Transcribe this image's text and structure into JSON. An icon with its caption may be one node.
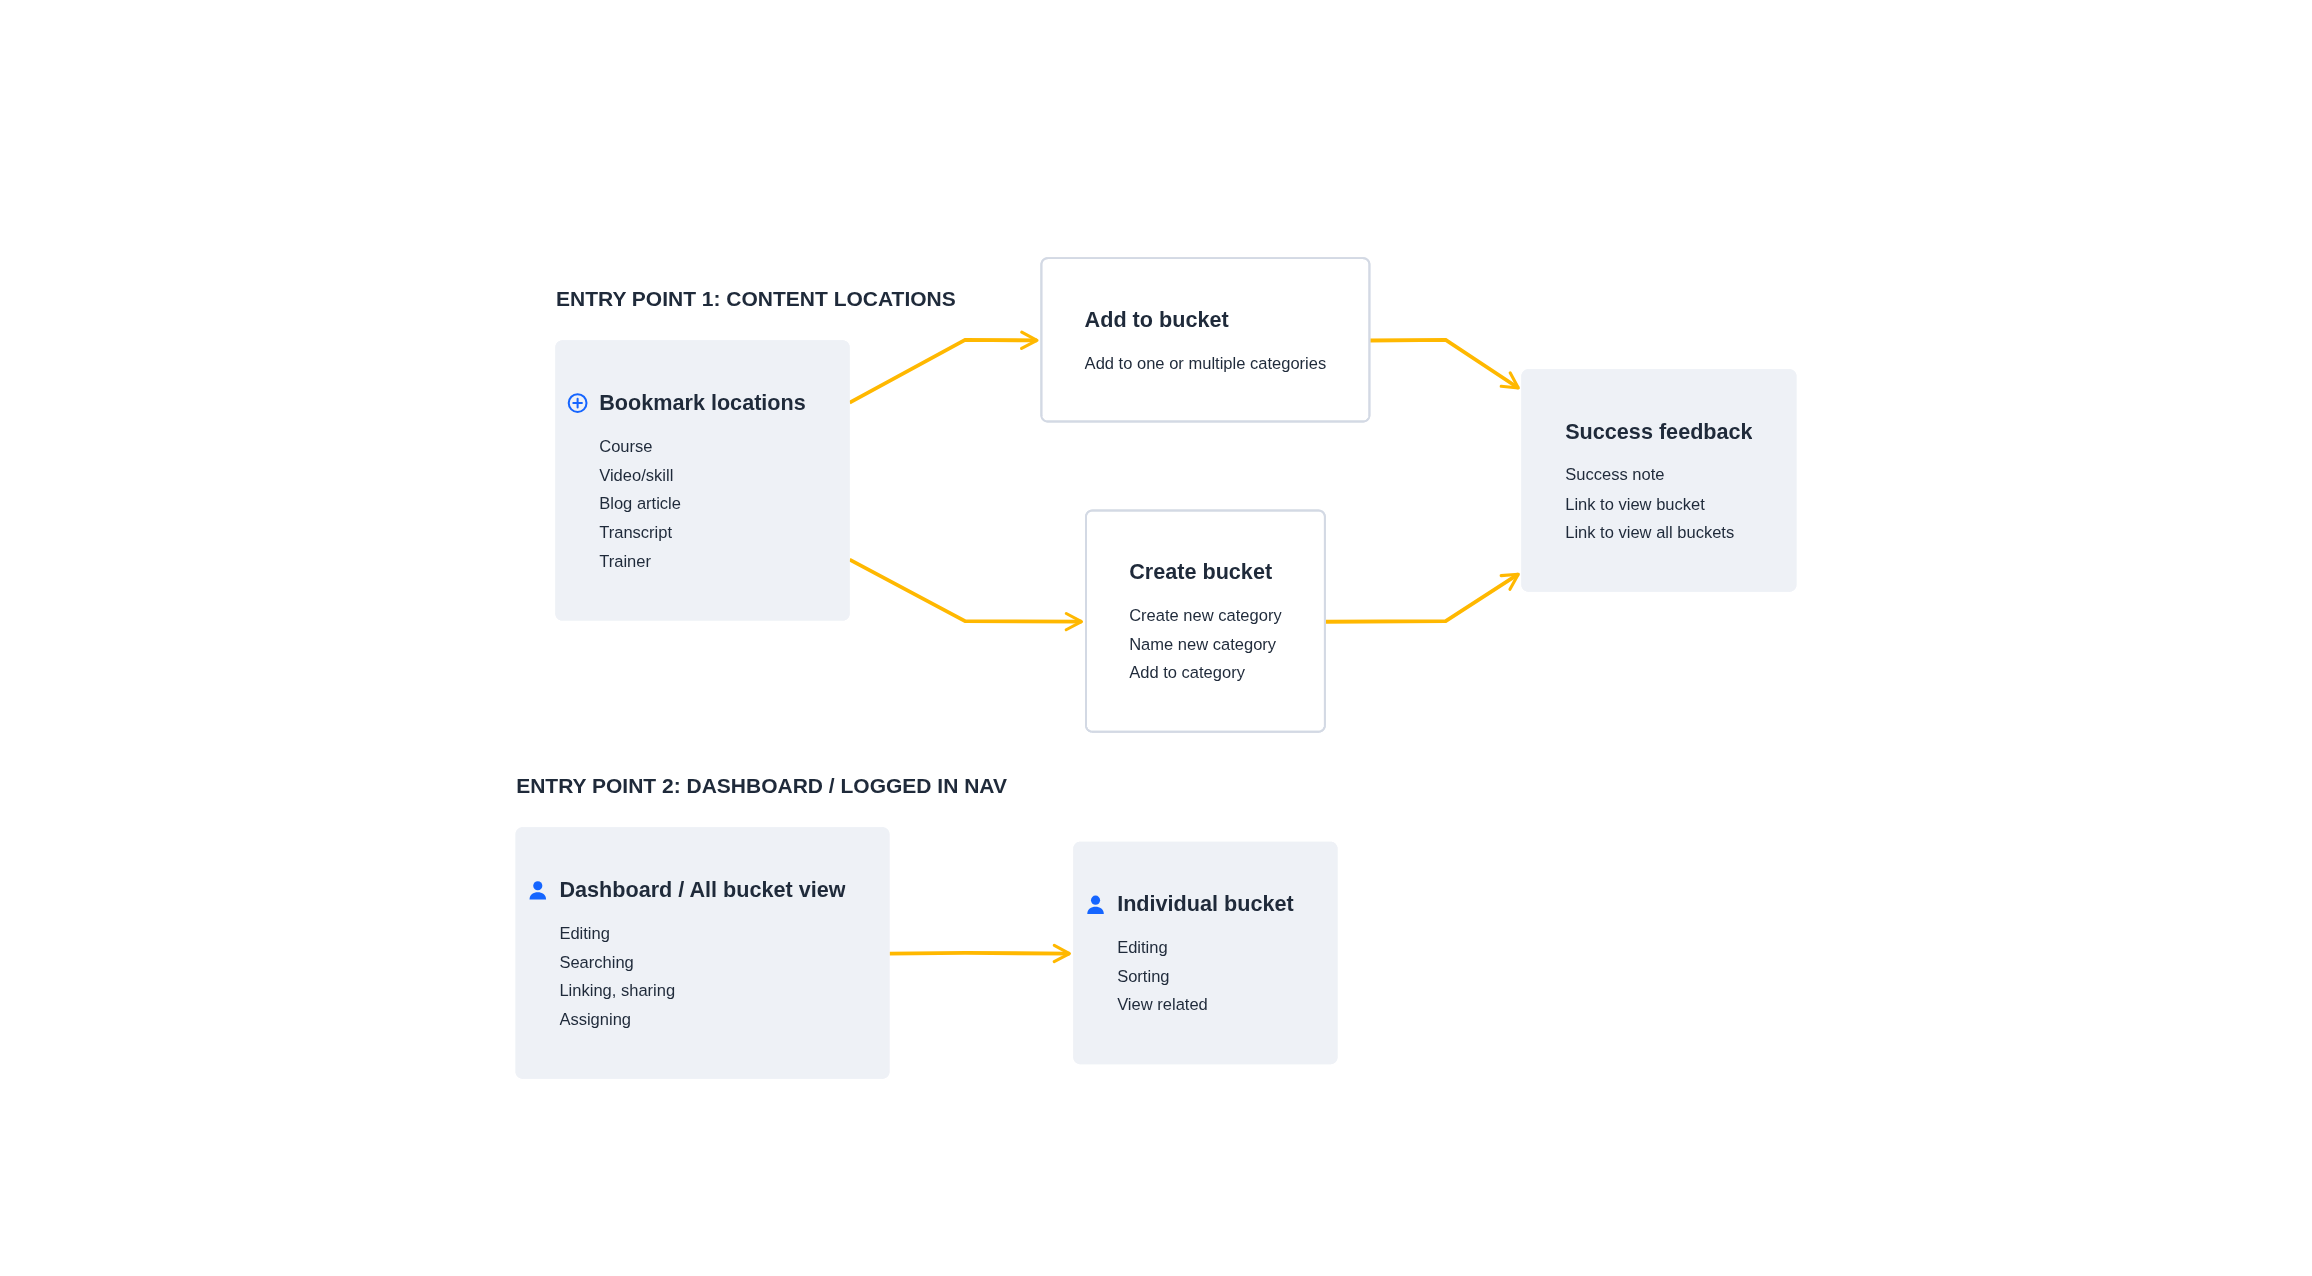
{
  "diagram": {
    "nodes": [
      {
        "text": [
          "Bookmark locations",
          "Course",
          "Video/skill",
          "Blog article",
          "Transcript",
          "Trainer"
        ]
      },
      {
        "text": [
          "Add to bucket",
          "Add to one or multiple categories"
        ]
      },
      {
        "text": [
          "Create bucket",
          "Create new category",
          "Name new category",
          "Add to category"
        ]
      },
      {
        "text": [
          "Success feedback",
          "Success note",
          "Link to view bucket",
          "Link to view all buckets"
        ]
      },
      {
        "text": [
          "Dashboard / All bucket view",
          "Editing",
          "Searching",
          "Linking, sharing",
          "Assigning"
        ]
      },
      {
        "text": [
          "Individual bucket",
          "Editing",
          "Sorting",
          "View related"
        ]
      }
    ],
    "edges": [
      {
        "from": 0,
        "to": 1,
        "arrow": "to"
      },
      {
        "from": 0,
        "to": 2,
        "arrow": "to"
      },
      {
        "from": 1,
        "to": 3,
        "arrow": "to"
      },
      {
        "from": 2,
        "to": 3,
        "arrow": "to"
      },
      {
        "from": 4,
        "to": 5,
        "arrow": "to"
      }
    ],
    "labels": [
      "ENTRY POINT 1: CONTENT LOCATIONS",
      "ENTRY POINT 2: DASHBOARD / LOGGED IN NAV"
    ]
  }
}
